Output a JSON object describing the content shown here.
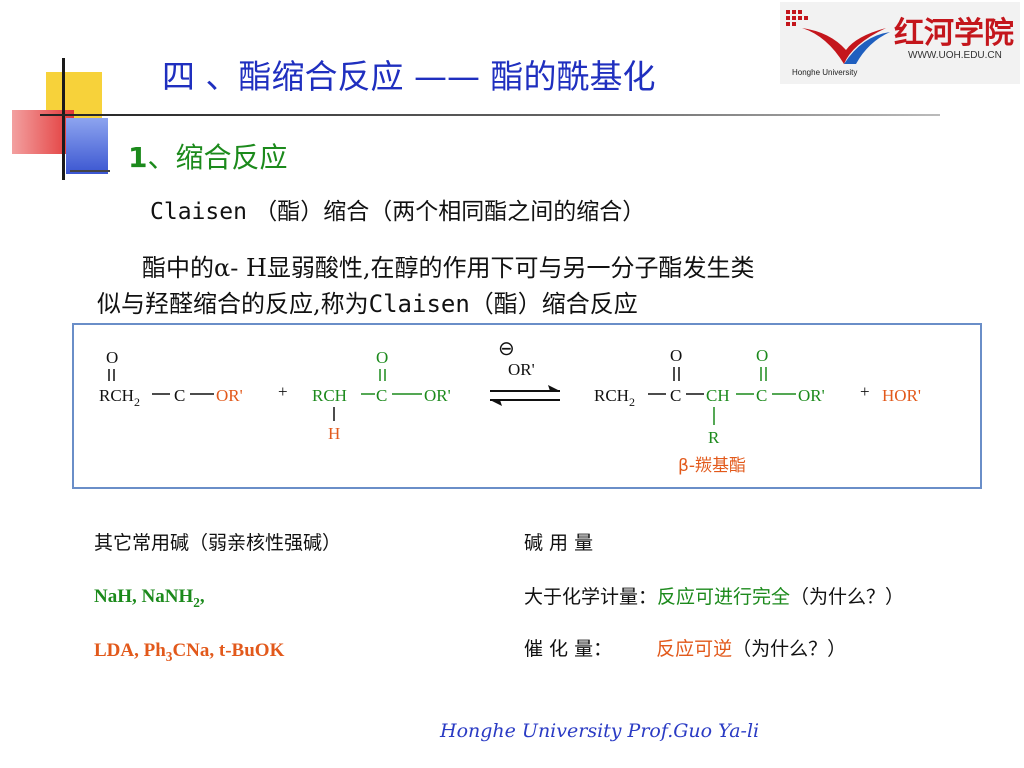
{
  "title": "四 、酯缩合反应 —— 酯的酰基化",
  "logo": {
    "cn": "红河学院",
    "url": "WWW.UOH.EDU.CN",
    "en": "Honghe University"
  },
  "section": {
    "num": "1",
    "text": "、缩合反应"
  },
  "line1": {
    "latin": "Claisen",
    "rest": "（酯）缩合（两个相同酯之间的缩合）"
  },
  "line2": {
    "a": "酯中的",
    "alpha": "α",
    "b": "- H显弱酸性,在醇的作用下可与另一分子酯发生类"
  },
  "line3": {
    "a": "似与羟醛缩合的反应,称为",
    "latin": "Claisen",
    "b": "（酯）缩合反应"
  },
  "reaction": {
    "r1_pre": "RCH",
    "r1_sub": "2",
    "o": "O",
    "c": "C",
    "or": "OR'",
    "plus": "+",
    "r2_pre": "RCH",
    "h": "H",
    "base_symbol": "⊖",
    "base": "OR'",
    "p_pre": "RCH",
    "p_sub": "2",
    "ch": "CH",
    "r": "R",
    "byproduct": "HOR'",
    "product_name": "β-羰基酯"
  },
  "left": {
    "heading": "其它常用碱（弱亲核性强碱）",
    "green_a": "NaH,  NaNH",
    "green_sub": "2",
    "green_b": ",",
    "orange_a": "LDA,  Ph",
    "orange_sub": "3",
    "orange_b": "CNa,  t-BuOK"
  },
  "right": {
    "heading": "碱 用 量",
    "row2_label": "大于化学计量：",
    "row2_value": "反应可进行完全",
    "row2_q": "（为什么？）",
    "row3_label": "催 化 量：",
    "row3_value": "反应可逆",
    "row3_q": "（为什么？）"
  },
  "footer": "Honghe University  Prof.Guo Ya-li",
  "colors": {
    "title_blue": "#1f2fbf",
    "green": "#1c8a1c",
    "orange": "#e2591b",
    "box_border": "#6a8ec8"
  }
}
